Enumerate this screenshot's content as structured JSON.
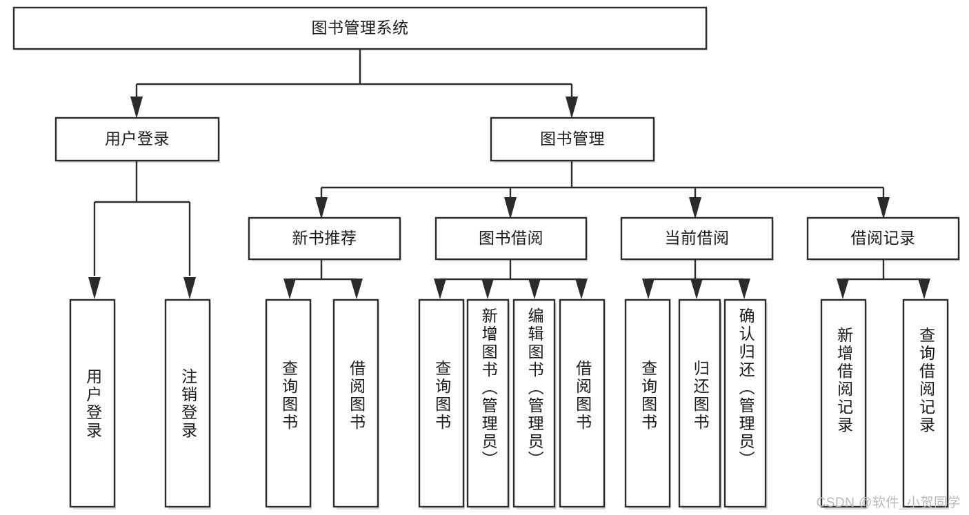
{
  "diagram": {
    "type": "tree-hierarchy",
    "title": "图书管理系统",
    "watermark": "CSDN @软件_小贺同学",
    "colors": {
      "stroke": "#2b2b2b",
      "fill": "#ffffff",
      "text": "#1a1a1a",
      "watermark": "#b9b9b9",
      "shadow": "#bdbdbd"
    },
    "levels": {
      "root": {
        "label": "图书管理系统"
      },
      "level2": [
        {
          "label": "用户登录"
        },
        {
          "label": "图书管理"
        }
      ],
      "level3": [
        {
          "label": "新书推荐"
        },
        {
          "label": "图书借阅"
        },
        {
          "label": "当前借阅"
        },
        {
          "label": "借阅记录"
        }
      ]
    },
    "leaves": {
      "user_login": [
        {
          "label": "用户登录"
        },
        {
          "label": "注销登录"
        }
      ],
      "new_book_recommend": [
        {
          "label": "查询图书"
        },
        {
          "label": "借阅图书"
        }
      ],
      "book_borrow": [
        {
          "label": "查询图书"
        },
        {
          "label": "新增图书（管理员）"
        },
        {
          "label": "编辑图书（管理员）"
        },
        {
          "label": "借阅图书"
        }
      ],
      "current_borrow": [
        {
          "label": "查询图书"
        },
        {
          "label": "归还图书"
        },
        {
          "label": "确认归还（管理员）"
        }
      ],
      "borrow_record": [
        {
          "label": "新增借阅记录"
        },
        {
          "label": "查询借阅记录"
        }
      ]
    }
  }
}
